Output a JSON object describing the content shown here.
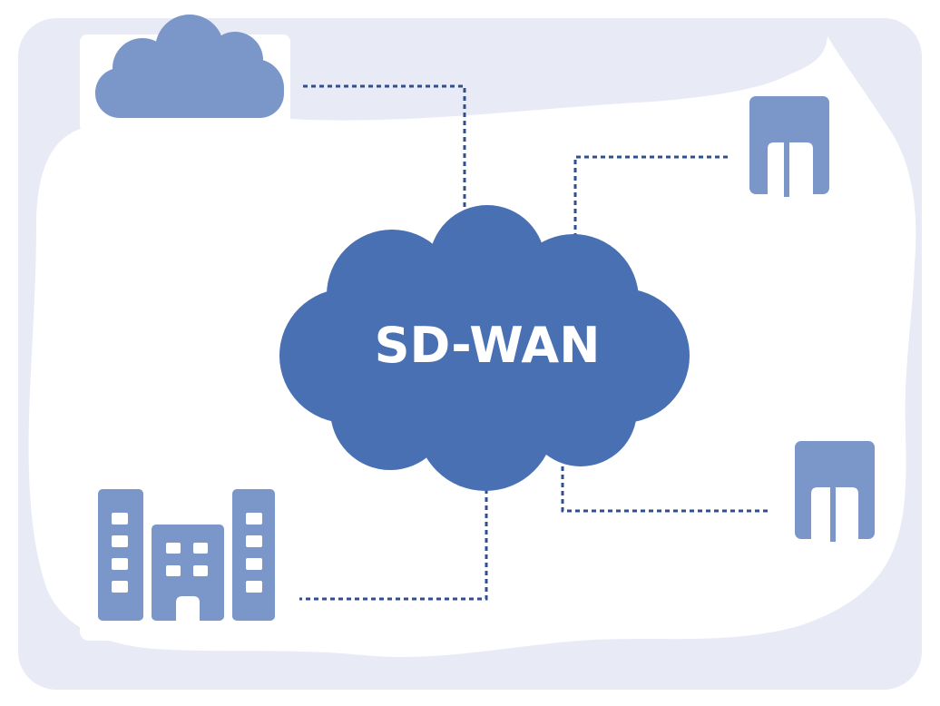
{
  "diagram": {
    "hub": {
      "label": "SD-WAN",
      "icon": "cloud-icon"
    },
    "nodes": [
      {
        "icon": "cloud-icon",
        "role": "cloud"
      },
      {
        "icon": "server-icon",
        "role": "server"
      },
      {
        "icon": "server-icon",
        "role": "server"
      },
      {
        "icon": "office-building-icon",
        "role": "office"
      }
    ],
    "connector_style": "dashed",
    "colors": {
      "background": "#e8ebf6",
      "card": "#ffffff",
      "hub": "#4870b3",
      "node_icon": "#7b97c9",
      "connector": "#2f4f8f"
    }
  }
}
